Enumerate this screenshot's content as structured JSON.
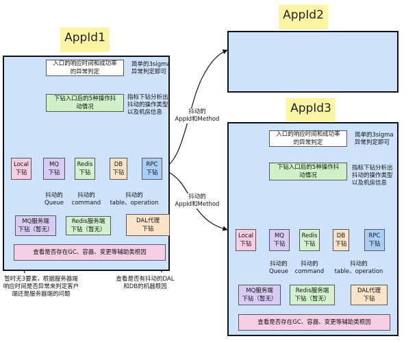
{
  "app1": {
    "title": "AppId1",
    "entry": "入口的响应时间和成功率\n的异常判定",
    "entry_note": "简单的3sigma\n异常判定即可",
    "downstream": "下钻入口后的5种操作抖\n动情况",
    "downstream_note": "指标下钻分析出\n抖动的操作类型\n以及机房信息",
    "nodes": [
      "Local\n下钻",
      "MQ\n下钻",
      "Redis\n下钻",
      "DB\n下钻",
      "RPC\n下钻"
    ],
    "labels": [
      "抖动的\nQueue",
      "抖动的\ncommand",
      "抖动的\ntable、operation"
    ],
    "leaves": [
      "MQ服务端\n下钻（暂无）",
      "Redis服务端\n下钻（暂无）",
      "DAL代理\n下钻"
    ],
    "bottom": "查看是否存在GC、容器、变更等辅助类根因"
  },
  "app2": {
    "title": "AppId2"
  },
  "app3": {
    "title": "AppId3",
    "entry": "入口的响应时间和成功率\n的异常判定",
    "entry_note": "简单的3sigma\n异常判定即可",
    "downstream": "下钻入口后的5种操作抖\n动情况",
    "downstream_note": "指标下钻分析出\n抖动的操作类型\n以及机房信息",
    "nodes": [
      "Local\n下钻",
      "MQ\n下钻",
      "Redis\n下钻",
      "DB\n下钻",
      "RPC\n下钻"
    ],
    "labels": [
      "抖动的\nQueue",
      "抖动的\ncommand",
      "抖动的\ntable、operation"
    ],
    "leaves": [
      "MQ服务端\n下钻（暂无）",
      "Redis服务端\n下钻（暂无）",
      "DAL代理\n下钻"
    ],
    "bottom": "查看是否存在GC、容器、变更等辅助类根因"
  },
  "edge_labels": [
    "抖动的\nAppId和Method",
    "抖动的\nAppId和Method"
  ],
  "notes": {
    "left": "暂时无3要素，根据服务器端\n响应时间是否异常来判定客户\n端还是服务器端的问题",
    "right": "查看是否有抖动的DAL\n和DB的机器根因"
  }
}
